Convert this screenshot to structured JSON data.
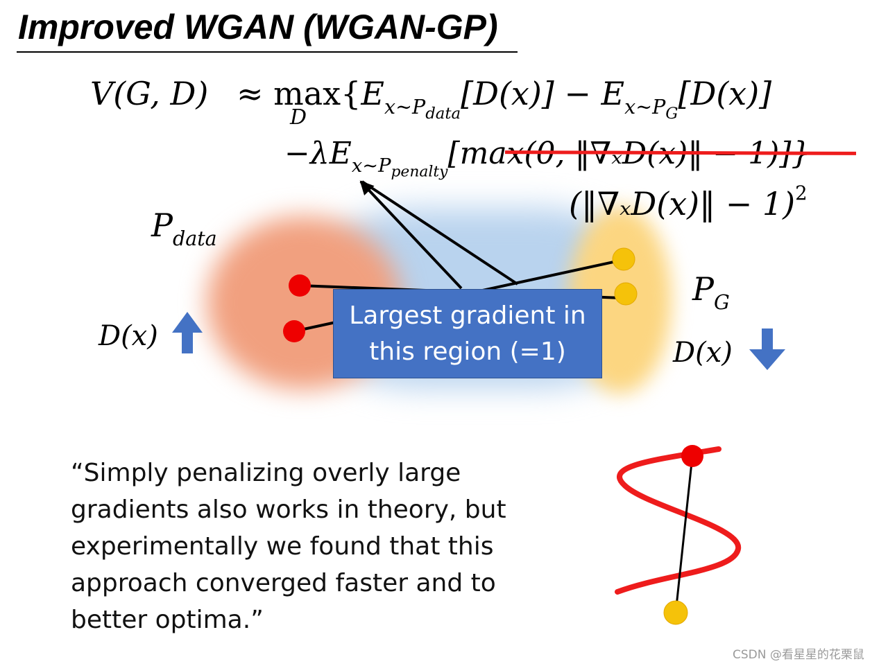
{
  "title": "Improved WGAN (WGAN-GP)",
  "equation": {
    "line1_lhs": "V(G, D)",
    "line1_approx": "≈",
    "line1_max": "max",
    "line1_max_sub": "D",
    "line1_open": "{",
    "line1_e1": "E",
    "line1_e1_sub_x": "x~P",
    "line1_e1_sub_data": "data",
    "line1_bracket1": "[D(x)] −",
    "line1_e2": "E",
    "line1_e2_sub_x": "x~P",
    "line1_e2_sub_g": "G",
    "line1_bracket2": "[D(x)]",
    "line2_lambda": "−λE",
    "line2_sub_x": "x~P",
    "line2_sub_penalty": "penalty",
    "line2_struck": "[max(0, ‖∇ₓD(x)‖ − 1)]}",
    "line3_replacement": "(‖∇ₓD(x)‖ − 1)",
    "line3_sup": "2"
  },
  "labels": {
    "p_data": "P",
    "p_data_sub": "data",
    "p_g": "P",
    "p_g_sub": "G",
    "dx_left": "D(x)",
    "dx_right": "D(x)"
  },
  "callout": {
    "line1": "Largest gradient in",
    "line2": "this region (=1)"
  },
  "quote": {
    "line1": "“Simply penalizing overly large",
    "line2": "gradients also works in theory, but",
    "line3": "experimentally we found that this",
    "line4": "approach converged faster and to",
    "line5": "better optima.”"
  },
  "watermark": "CSDN @看星星的花栗鼠",
  "colors": {
    "red_point": "#ee0000",
    "yellow_point": "#f5c20a",
    "callout_bg": "#4472c4",
    "arrow_blue": "#4472c4",
    "strike_red": "#ee1c1c",
    "curve_red": "#ee1c1c"
  },
  "icons": {
    "up_arrow": "d-up-arrow-icon",
    "down_arrow": "d-down-arrow-icon"
  }
}
